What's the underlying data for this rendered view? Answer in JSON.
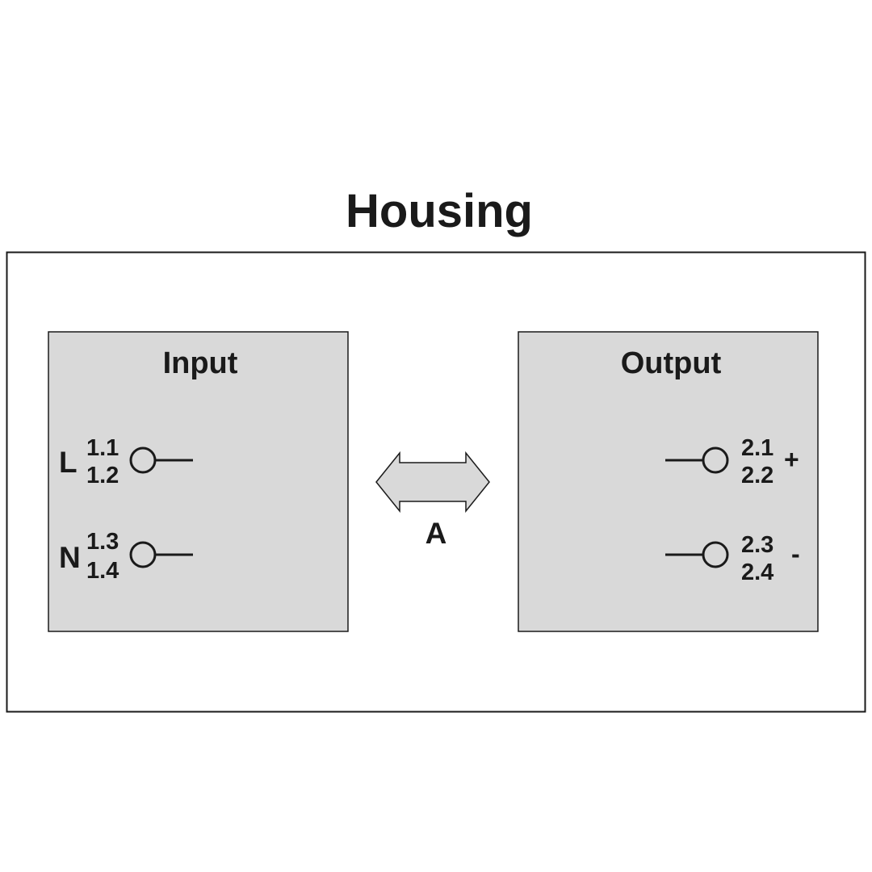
{
  "title": "Housing",
  "input": {
    "heading": "Input",
    "terminals": [
      {
        "label": "L",
        "top": "1.1",
        "bottom": "1.2"
      },
      {
        "label": "N",
        "top": "1.3",
        "bottom": "1.4"
      }
    ]
  },
  "output": {
    "heading": "Output",
    "terminals": [
      {
        "label": "+",
        "top": "2.1",
        "bottom": "2.2"
      },
      {
        "label": "-",
        "top": "2.3",
        "bottom": "2.4"
      }
    ]
  },
  "arrow_label": "A",
  "colors": {
    "module_fill": "#d9d9d9",
    "stroke": "#1a1a1a",
    "background": "#ffffff"
  }
}
